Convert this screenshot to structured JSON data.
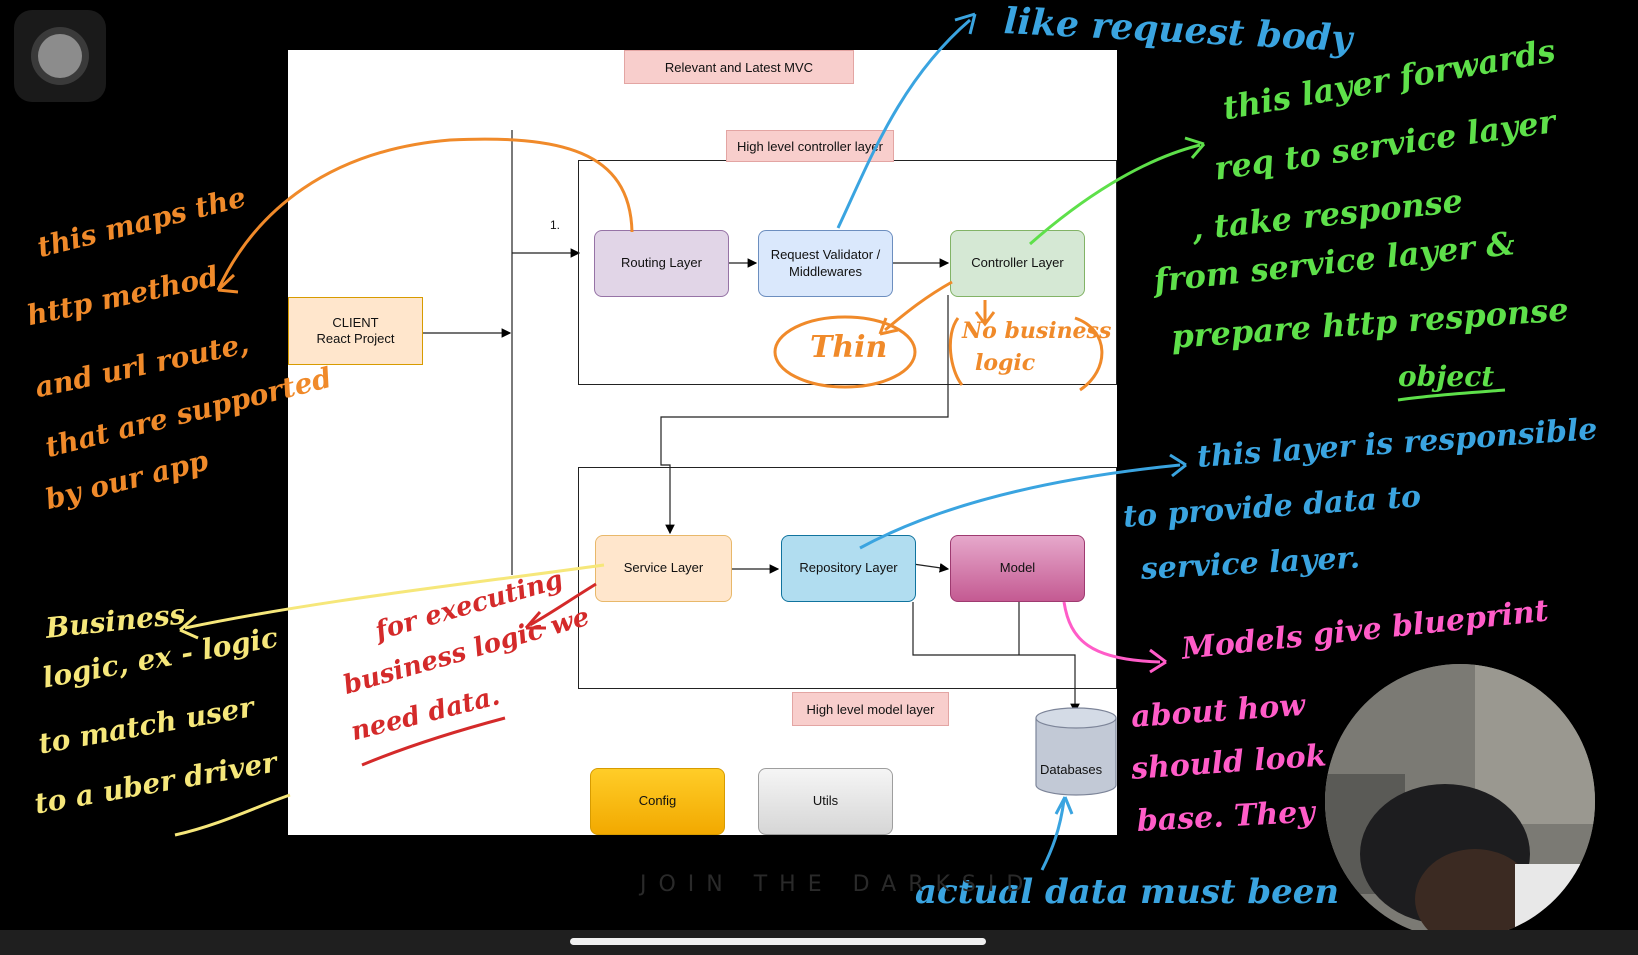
{
  "diagram": {
    "title": "Relevant and Latest MVC",
    "controller_layer_label": "High level controller layer",
    "model_layer_label": "High level model layer",
    "step_label": "1.",
    "client": {
      "line1": "CLIENT",
      "line2": "React Project"
    },
    "routing": "Routing Layer",
    "validator": {
      "line1": "Request Validator /",
      "line2": "Middlewares"
    },
    "controller": "Controller Layer",
    "service": "Service Layer",
    "repository": "Repository Layer",
    "model": "Model",
    "databases": "Databases",
    "config": "Config",
    "utils": "Utils"
  },
  "annotations": {
    "top_blue": "like request body",
    "left_orange": [
      "this maps the",
      "http method",
      "and url route,",
      "that are supported",
      "by our app"
    ],
    "thin": "Thin",
    "no_business": [
      "No business",
      "logic"
    ],
    "right_green": [
      "this layer forwards",
      "req to service layer",
      ", take response",
      "from service layer &",
      "prepare http response",
      "object"
    ],
    "right_blue": [
      "this layer is responsible",
      "to provide data to",
      "service layer."
    ],
    "left_yellow": [
      "Business",
      "logic, ex - logic",
      "to match user",
      "to a uber driver"
    ],
    "center_red": [
      "for executing",
      "business logic we",
      "need data."
    ],
    "right_pink": [
      "Models give blueprint",
      "about how",
      "should look",
      "base. They"
    ],
    "bottom_blue": [
      "actual data",
      "must been"
    ]
  },
  "overlay": {
    "watermark": "JOIN THE DARKSID"
  },
  "colors": {
    "orange": "#f08a2a",
    "blue": "#3aa4e0",
    "green": "#5ee04a",
    "yellow": "#f6e77a",
    "red": "#d42a2a",
    "pink": "#ff5cc8"
  }
}
